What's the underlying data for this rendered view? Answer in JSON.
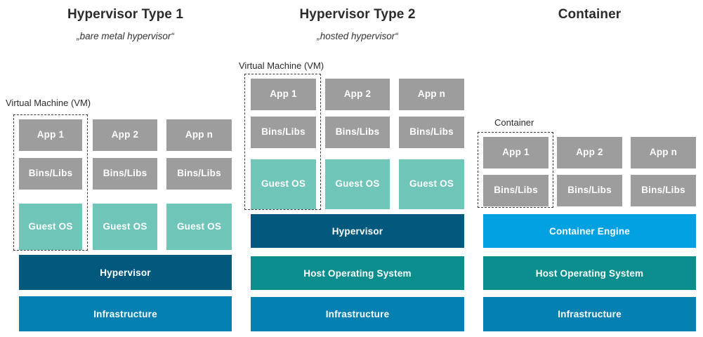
{
  "columns": [
    {
      "title": "Hypervisor Type 1",
      "subtitle": "„bare metal hypervisor“",
      "group_label": "Virtual Machine (VM)",
      "stacks": [
        {
          "app": "App 1",
          "bins": "Bins/Libs",
          "guest": "Guest OS"
        },
        {
          "app": "App 2",
          "bins": "Bins/Libs",
          "guest": "Guest OS"
        },
        {
          "app": "App n",
          "bins": "Bins/Libs",
          "guest": "Guest OS"
        }
      ],
      "bars": [
        {
          "label": "Hypervisor",
          "color": "#03587e"
        },
        {
          "label": "Infrastructure",
          "color": "#0580b3"
        }
      ]
    },
    {
      "title": "Hypervisor Type 2",
      "subtitle": "„hosted hypervisor“",
      "group_label": "Virtual Machine (VM)",
      "stacks": [
        {
          "app": "App 1",
          "bins": "Bins/Libs",
          "guest": "Guest OS"
        },
        {
          "app": "App 2",
          "bins": "Bins/Libs",
          "guest": "Guest OS"
        },
        {
          "app": "App n",
          "bins": "Bins/Libs",
          "guest": "Guest OS"
        }
      ],
      "bars": [
        {
          "label": "Hypervisor",
          "color": "#03587e"
        },
        {
          "label": "Host Operating System",
          "color": "#0d8e8e"
        },
        {
          "label": "Infrastructure",
          "color": "#0580b3"
        }
      ]
    },
    {
      "title": "Container",
      "subtitle": "",
      "group_label": "Container",
      "stacks": [
        {
          "app": "App 1",
          "bins": "Bins/Libs"
        },
        {
          "app": "App 2",
          "bins": "Bins/Libs"
        },
        {
          "app": "App n",
          "bins": "Bins/Libs"
        }
      ],
      "bars": [
        {
          "label": "Container Engine",
          "color": "#00a0e1"
        },
        {
          "label": "Host Operating System",
          "color": "#0d8e8e"
        },
        {
          "label": "Infrastructure",
          "color": "#0580b3"
        }
      ]
    }
  ],
  "colors": {
    "app_box": "#9d9d9d",
    "bins_box": "#9d9d9d",
    "guest_os": "#6ec5b8",
    "hypervisor": "#03587e",
    "host_os": "#0d8e8e",
    "infrastructure": "#0580b3",
    "container_engine": "#00a0e1",
    "dashed_outline": "#3a3a3a",
    "background": "#ffffff",
    "title_text": "#2b2b2b",
    "box_text": "#ffffff"
  }
}
